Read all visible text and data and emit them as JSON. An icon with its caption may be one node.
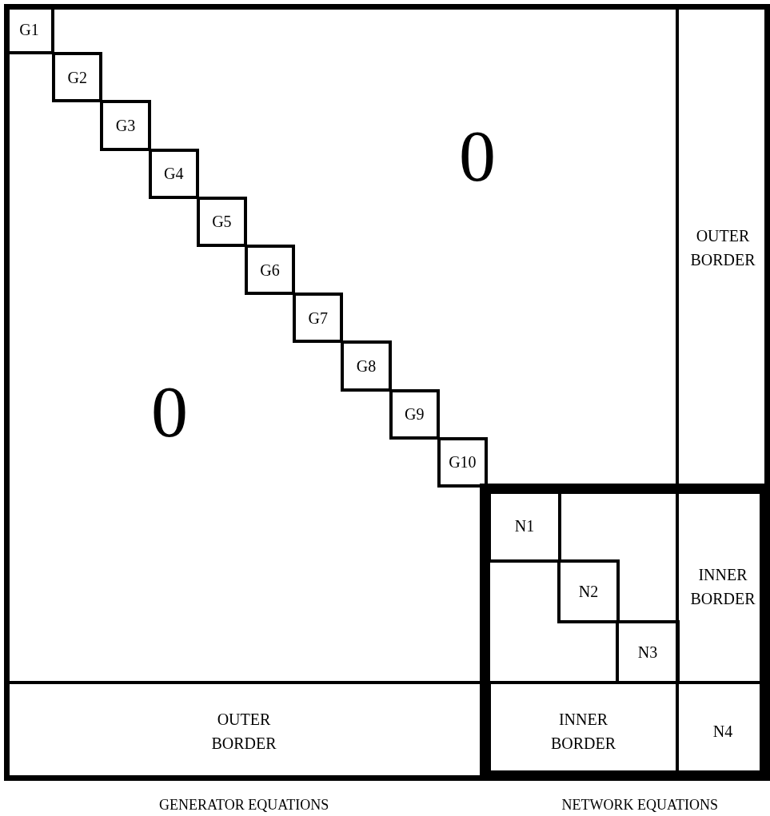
{
  "diagram": {
    "nodes": [
      {
        "text": [],
        "shape": "box"
      },
      {
        "text": [
          "G1"
        ],
        "in": 0
      },
      {
        "text": [
          "G2"
        ],
        "in": 0
      },
      {
        "text": [
          "G3"
        ],
        "in": 0
      },
      {
        "text": [
          "G4"
        ],
        "in": 0
      },
      {
        "text": [
          "G5"
        ],
        "in": 0
      },
      {
        "text": [
          "G6"
        ],
        "in": 0
      },
      {
        "text": [
          "G7"
        ],
        "in": 0
      },
      {
        "text": [
          "G8"
        ],
        "in": 0
      },
      {
        "text": [
          "G9"
        ],
        "in": 0
      },
      {
        "text": [
          "G10"
        ],
        "in": 0
      },
      {
        "text": [
          "OUTER BORDER"
        ],
        "in": 0
      },
      {
        "text": [],
        "shape": "box",
        "in": 0
      },
      {
        "text": [
          "N1"
        ],
        "in": 12
      },
      {
        "text": [
          "N2"
        ],
        "in": 12
      },
      {
        "text": [
          "N3"
        ],
        "in": 12
      },
      {
        "text": [
          "INNER BORDER"
        ],
        "in": 12
      },
      {
        "text": [
          "OUTER BORDER"
        ],
        "in": 0
      },
      {
        "text": [
          "INNER BORDER"
        ],
        "in": 12
      },
      {
        "text": [
          "N4"
        ],
        "in": 12
      }
    ],
    "labels": [
      "0",
      "0",
      "GENERATOR EQUATIONS",
      "NETWORK EQUATIONS"
    ]
  }
}
